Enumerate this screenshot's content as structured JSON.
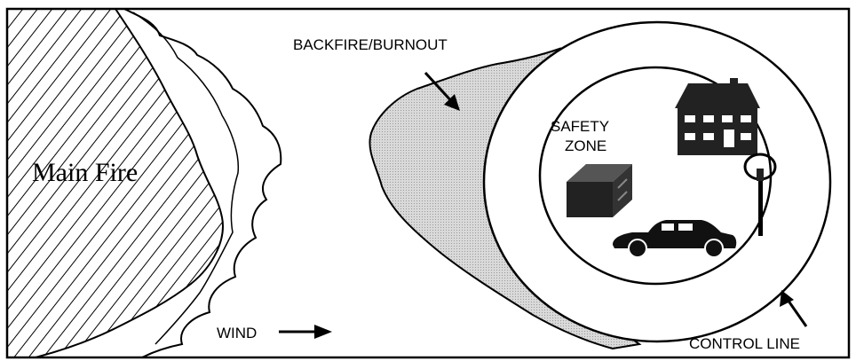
{
  "labels": {
    "main_fire": "Main Fire",
    "backfire": "BACKFIRE/BURNOUT",
    "safety_zone_line1": "SAFETY",
    "safety_zone_line2": "ZONE",
    "wind": "WIND",
    "control_line": "CONTROL LINE"
  },
  "icons": [
    "house-icon",
    "shed-icon",
    "car-icon",
    "basketball-hoop-icon"
  ],
  "colors": {
    "ink": "#000000",
    "burn_area_fill": "#d2d2d2",
    "background": "#ffffff"
  }
}
